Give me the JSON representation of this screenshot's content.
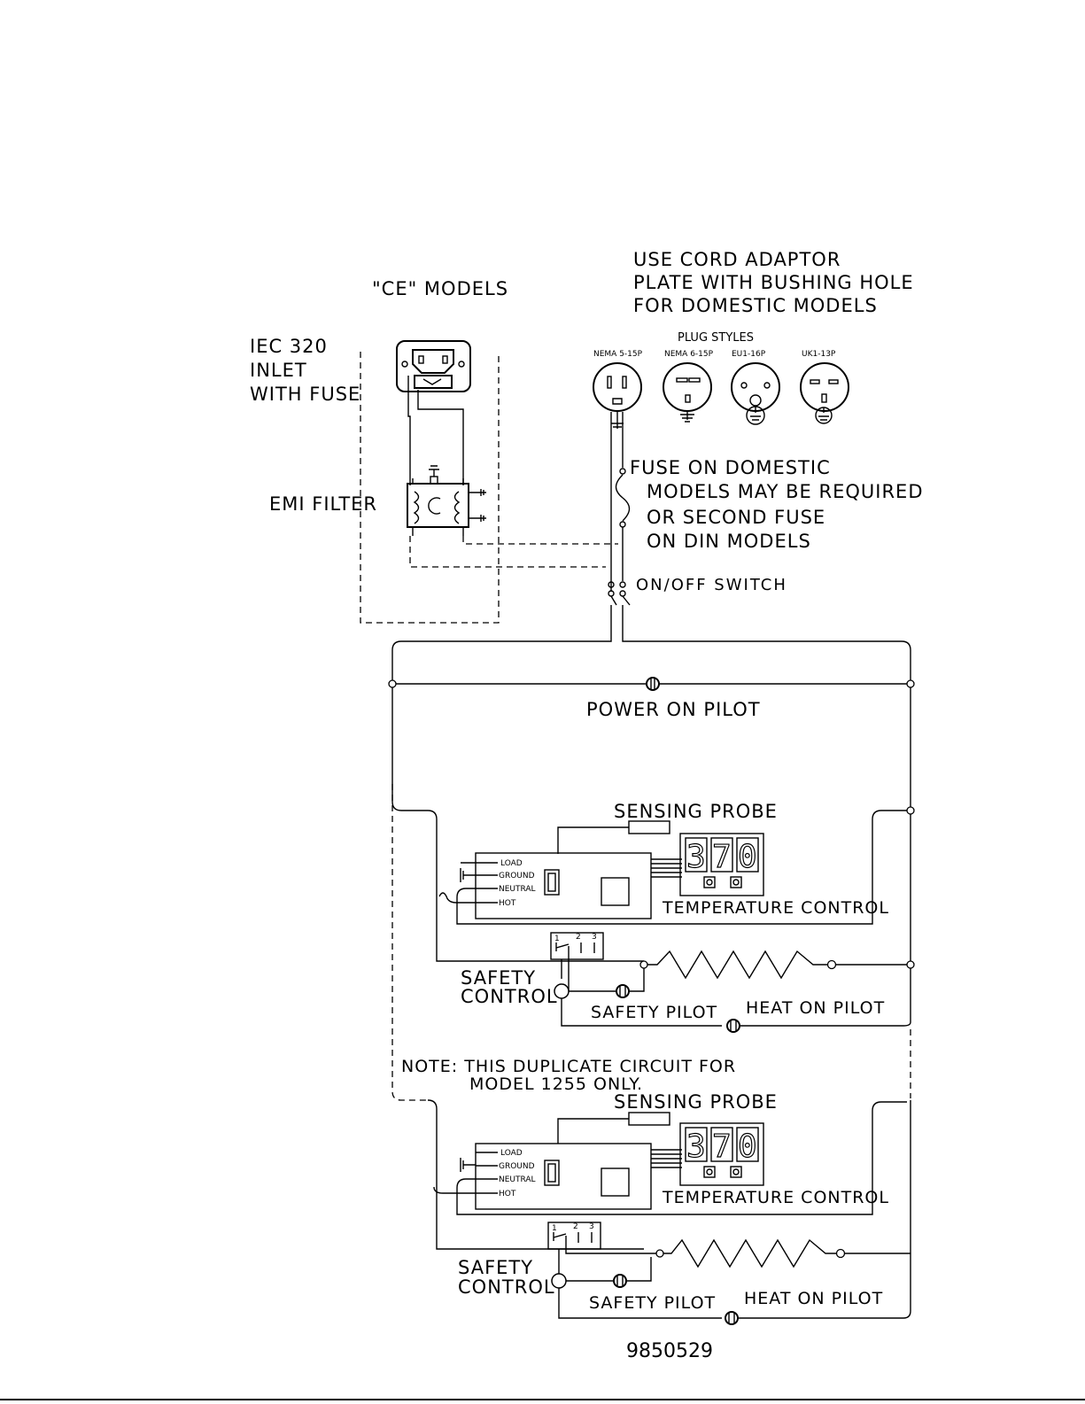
{
  "labels": {
    "ce_models": "\"CE\" MODELS",
    "iec_line1": "IEC 320",
    "iec_line2": "INLET",
    "iec_line3": "WITH FUSE",
    "emi_filter": "EMI FILTER",
    "cord_line1": "USE CORD ADAPTOR",
    "cord_line2": "PLATE WITH BUSHING HOLE",
    "cord_line3": "FOR DOMESTIC MODELS",
    "plug_styles": "PLUG STYLES",
    "fuse_line1": "FUSE ON DOMESTIC",
    "fuse_line2": "MODELS MAY BE REQUIRED",
    "fuse_line3": "OR SECOND FUSE",
    "fuse_line4": "ON DIN MODELS",
    "on_off_switch": "ON/OFF SWITCH",
    "power_on_pilot": "POWER ON PILOT",
    "note_line1": "NOTE: THIS DUPLICATE CIRCUIT FOR",
    "note_line2": "MODEL 1255 ONLY.",
    "document_number": "9850529"
  },
  "plugs": [
    {
      "name": "NEMA 5-15P"
    },
    {
      "name": "NEMA 6-15P"
    },
    {
      "name": "EU1-16P"
    },
    {
      "name": "UK1-13P"
    }
  ],
  "circuits": [
    {
      "sensing_probe": "SENSING PROBE",
      "temperature_control": "TEMPERATURE CONTROL",
      "display_digits": [
        "3",
        "7",
        "0"
      ],
      "terminals": [
        "LOAD",
        "GROUND",
        "NEUTRAL",
        "HOT"
      ],
      "switch_pins": [
        "1",
        "2",
        "3"
      ],
      "safety_control_line1": "SAFETY",
      "safety_control_line2": "CONTROL",
      "safety_pilot": "SAFETY PILOT",
      "heat_on_pilot": "HEAT ON PILOT"
    },
    {
      "sensing_probe": "SENSING PROBE",
      "temperature_control": "TEMPERATURE CONTROL",
      "display_digits": [
        "3",
        "7",
        "0"
      ],
      "terminals": [
        "LOAD",
        "GROUND",
        "NEUTRAL",
        "HOT"
      ],
      "switch_pins": [
        "1",
        "2",
        "3"
      ],
      "safety_control_line1": "SAFETY",
      "safety_control_line2": "CONTROL",
      "safety_pilot": "SAFETY PILOT",
      "heat_on_pilot": "HEAT ON PILOT"
    }
  ]
}
